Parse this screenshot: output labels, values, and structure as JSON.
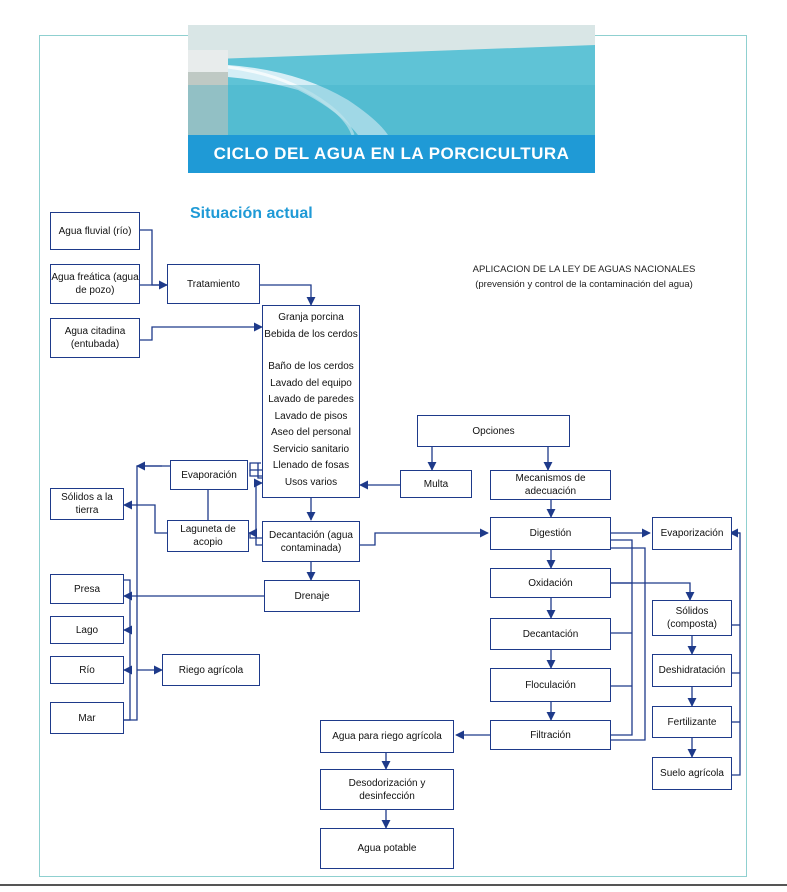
{
  "header": {
    "title": "CICLO DEL AGUA EN LA PORCICULTURA",
    "photo_icon": "water-pipe-pool-photo"
  },
  "subtitle": "Situación actual",
  "law_note": {
    "line1": "APLICACION DE LA LEY DE AGUAS NACIONALES",
    "line2": "(prevensión y control de la contaminación del agua)"
  },
  "sources": {
    "rio": "Agua fluvial (río)",
    "pozo": "Agua freática (agua de pozo)",
    "citadina": "Agua citadina (entubada)"
  },
  "tratamiento": "Tratamiento",
  "granja": {
    "title1": "Granja porcina",
    "title2": "Bebida de los cerdos",
    "uses": [
      "Baño de los cerdos",
      "Lavado del equipo",
      "Lavado de paredes",
      "Lavado de pisos",
      "Aseo del personal",
      "Servicio sanitario",
      "Llenado de fosas",
      "Usos varios"
    ]
  },
  "left": {
    "evaporacion": "Evaporación",
    "laguneta": "Laguneta de acopio",
    "solidos_tierra": "Sólidos a la tierra",
    "decantacion": "Decantación (agua contaminada)",
    "drenaje": "Drenaje",
    "presa": "Presa",
    "lago": "Lago",
    "rio": "Río",
    "mar": "Mar",
    "riego": "Riego agrícola"
  },
  "right": {
    "opciones": "Opciones",
    "multa": "Multa",
    "mecanismos": "Mecanismos de adecuación",
    "digestion": "Digestión",
    "oxidacion": "Oxidación",
    "decantacion": "Decantación",
    "floculacion": "Floculación",
    "filtracion": "Filtración",
    "evaporizacion": "Evaporización",
    "solidos_composta": "Sólidos (composta)",
    "deshidratacion": "Deshidratación",
    "fertilizante": "Fertilizante",
    "suelo": "Suelo agrícola",
    "agua_riego": "Agua para riego agrícola",
    "desodorizacion": "Desodorización y desinfección",
    "agua_potable": "Agua potable"
  },
  "colors": {
    "banner": "#1f9ad6",
    "box_border": "#1e3a8a",
    "frame": "#8fd0d0",
    "subtitle": "#1f9ad6"
  }
}
